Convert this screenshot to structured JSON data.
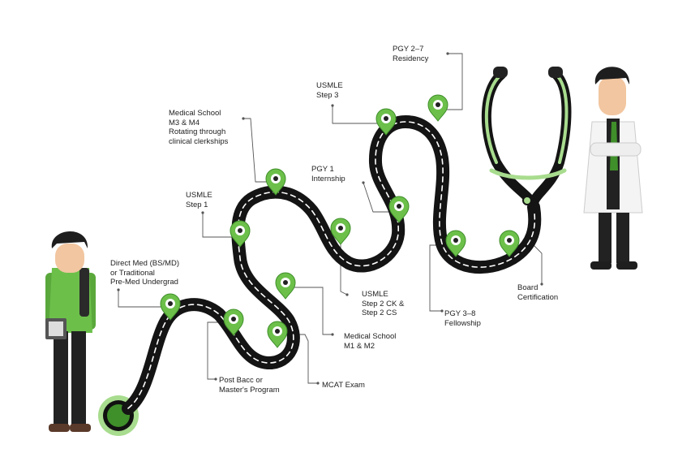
{
  "colors": {
    "road": "#141414",
    "road_dash": "#ffffff",
    "pin": "#6cc04a",
    "pin_dark": "#3f8f2a",
    "accent_light": "#a8dc8e",
    "leader": "#555555",
    "shirt_student": "#6cc04a",
    "coat": "#f4f4f4"
  },
  "milestones": [
    {
      "id": "direct-med",
      "label": "Direct Med (BS/MD)\nor Traditional\nPre-Med Undergrad"
    },
    {
      "id": "post-bacc",
      "label": "Post Bacc or\nMaster's Program"
    },
    {
      "id": "mcat",
      "label": "MCAT Exam"
    },
    {
      "id": "med-school-m1-m2",
      "label": "Medical School\nM1 & M2"
    },
    {
      "id": "usmle-step1",
      "label": "USMLE\nStep 1"
    },
    {
      "id": "med-school-m3-m4",
      "label": "Medical School\nM3 & M4\nRotating through\nclinical clerkships"
    },
    {
      "id": "usmle-step2",
      "label": "USMLE\nStep 2 CK &\nStep 2 CS"
    },
    {
      "id": "pgy1",
      "label": "PGY 1\nInternship"
    },
    {
      "id": "usmle-step3",
      "label": "USMLE\nStep 3"
    },
    {
      "id": "pgy2-7",
      "label": "PGY 2–7\nResidency"
    },
    {
      "id": "pgy3-8",
      "label": "PGY 3–8\nFellowship"
    },
    {
      "id": "board",
      "label": "Board\nCertification"
    }
  ]
}
